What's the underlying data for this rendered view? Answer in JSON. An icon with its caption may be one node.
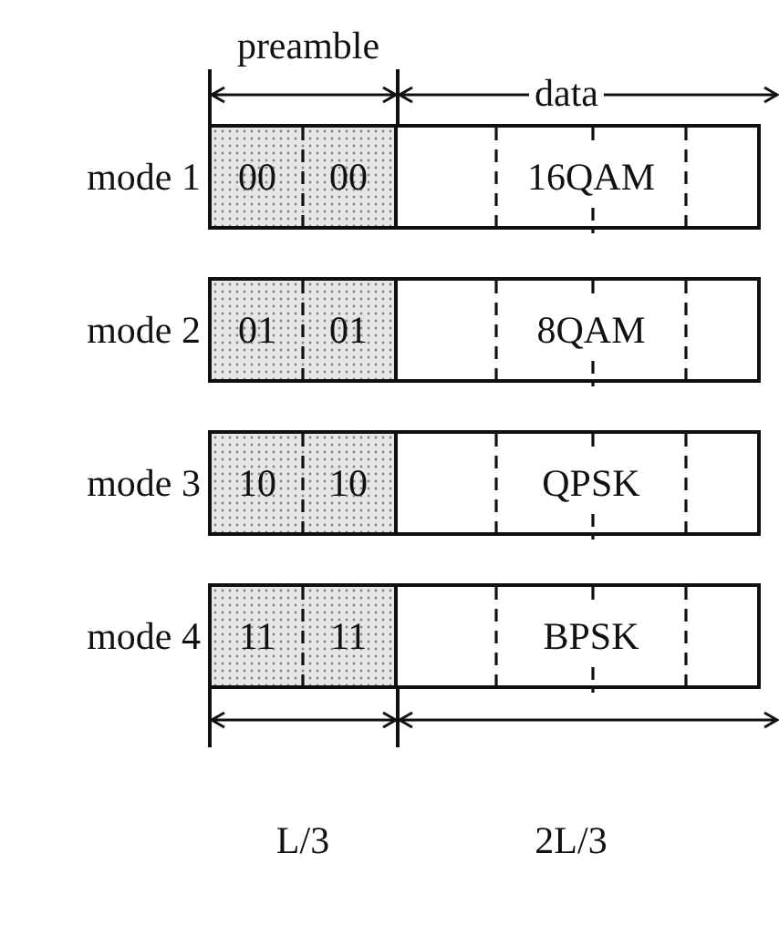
{
  "diagram": {
    "nodes": [
      {
        "text": [
          "00",
          "00"
        ],
        "beside": [
          "mode 1"
        ]
      },
      {
        "text": [
          "16QAM"
        ]
      },
      {
        "text": [
          "01",
          "01"
        ],
        "beside": [
          "mode 2"
        ]
      },
      {
        "text": [
          "8QAM"
        ]
      },
      {
        "text": [
          "10",
          "10"
        ],
        "beside": [
          "mode 3"
        ]
      },
      {
        "text": [
          "QPSK"
        ]
      },
      {
        "text": [
          "11",
          "11"
        ],
        "beside": [
          "mode 4"
        ]
      },
      {
        "text": [
          "BPSK"
        ]
      }
    ],
    "edges": [],
    "labels": [
      "preamble",
      "data",
      "L/3",
      "2L/3"
    ]
  }
}
